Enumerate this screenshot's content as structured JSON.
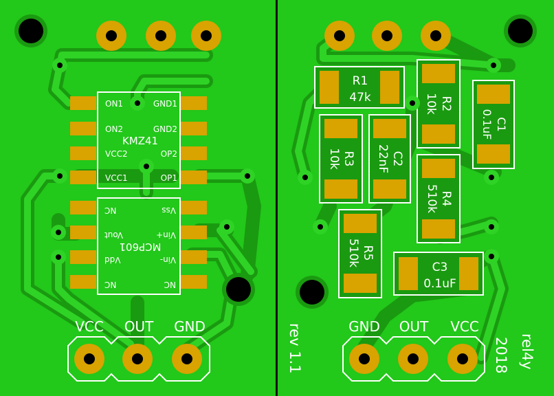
{
  "colors": {
    "board_bg": "#1a9a10",
    "copper_pour": "#22c81a",
    "track": "#1a9a10",
    "trace": "#2fd326",
    "pad": "#d9a300",
    "silk": "#ffffff",
    "hole": "#000000",
    "divider": "#111111"
  },
  "left_board": {
    "ic_top": {
      "name": "KMZ41",
      "pins_left": [
        "ON1",
        "ON2",
        "VCC2",
        "VCC1"
      ],
      "pins_right": [
        "GND1",
        "GND2",
        "OP2",
        "OP1"
      ]
    },
    "ic_bottom": {
      "name": "MCP601",
      "pins_left": [
        "NC",
        "Vout",
        "Vdd",
        "NC"
      ],
      "pins_right": [
        "Vss",
        "Vin+",
        "Vin-",
        "NC"
      ]
    },
    "connector_labels": [
      "VCC",
      "OUT",
      "GND"
    ]
  },
  "right_board": {
    "components": [
      {
        "ref": "R1",
        "value": "47k"
      },
      {
        "ref": "R2",
        "value": "10k"
      },
      {
        "ref": "C1",
        "value": "0.1uF"
      },
      {
        "ref": "R3",
        "value": "10k"
      },
      {
        "ref": "C2",
        "value": "22nF"
      },
      {
        "ref": "R4",
        "value": "510k"
      },
      {
        "ref": "R5",
        "value": "510k"
      },
      {
        "ref": "C3",
        "value": "0.1uF"
      }
    ],
    "connector_labels": [
      "GND",
      "OUT",
      "VCC"
    ],
    "revision": "rev 1.1",
    "author": "rel4y",
    "year": "2018"
  }
}
